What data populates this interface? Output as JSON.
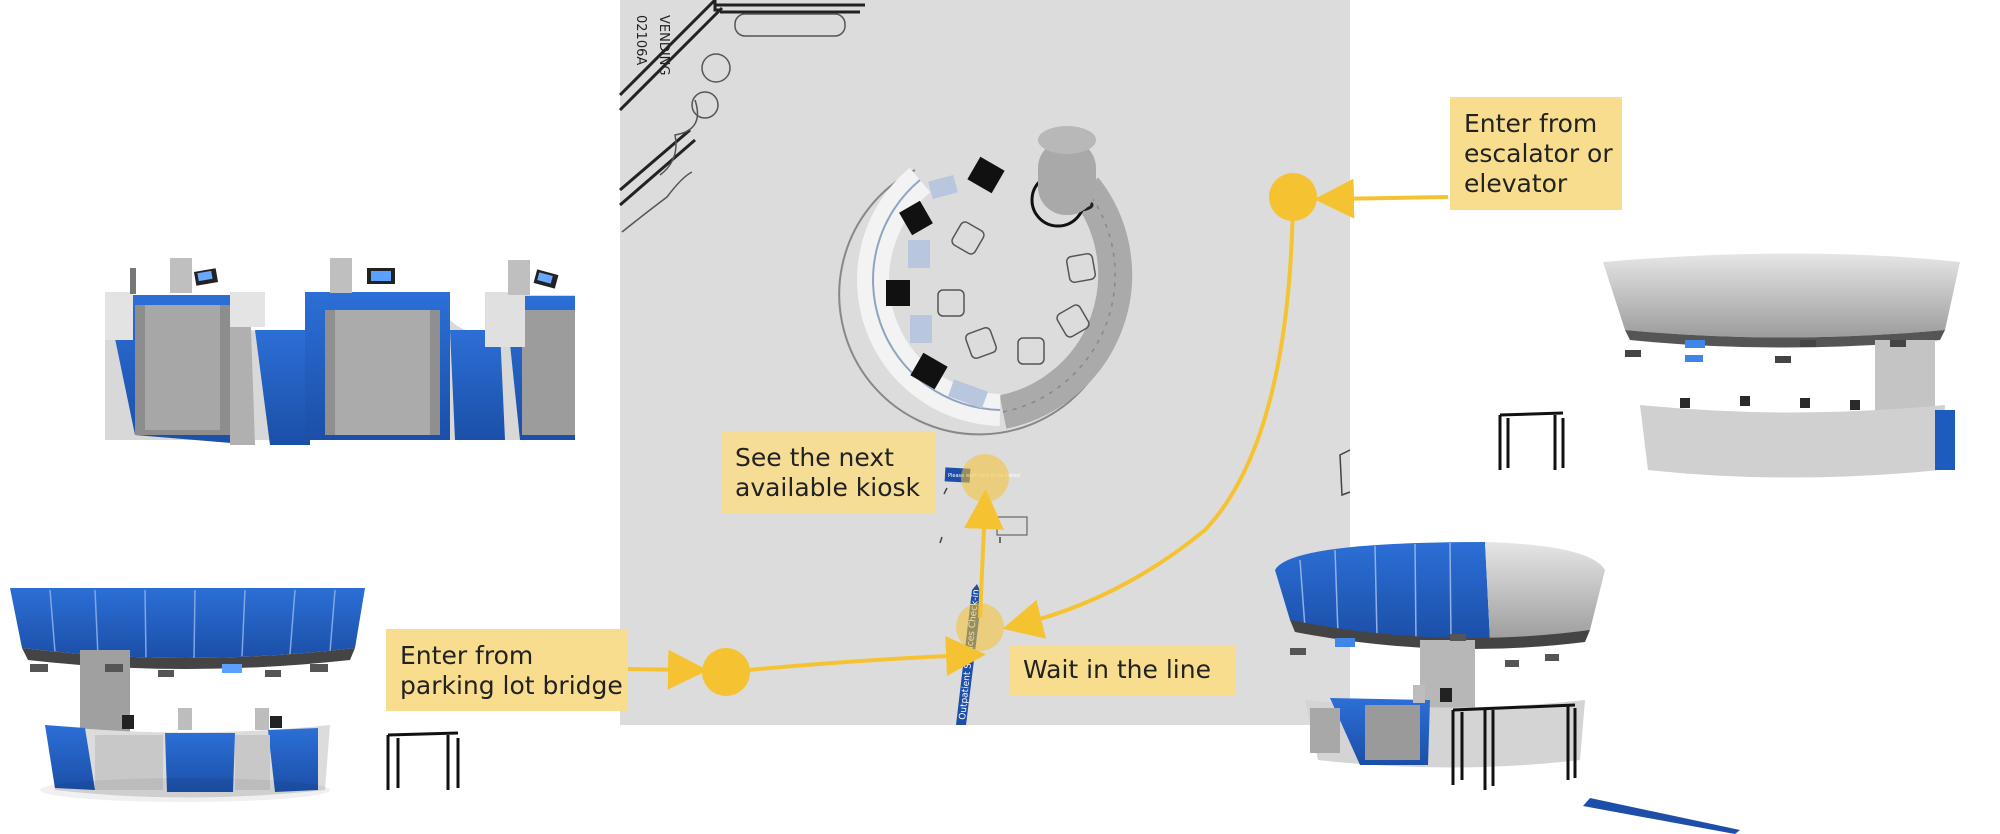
{
  "floorplan": {
    "room_label": "VENDING",
    "room_number": "02106A",
    "signage_text": "Outpatient Services Check-in",
    "sign_text": "Please wait here to be called"
  },
  "steps": {
    "escalator": {
      "lines": [
        "Enter from",
        "escalator or",
        "elevator"
      ]
    },
    "parking": {
      "lines": [
        "Enter from",
        "parking lot bridge"
      ]
    },
    "line": {
      "lines": [
        "Wait in the line"
      ]
    },
    "kiosk": {
      "lines": [
        "See the next",
        "available kiosk"
      ]
    }
  },
  "colors": {
    "accent": "#f5c332",
    "label_bg": "#f7dd8d",
    "kiosk_blue": "#1e5bbf",
    "floor": "#dcdcdc"
  }
}
